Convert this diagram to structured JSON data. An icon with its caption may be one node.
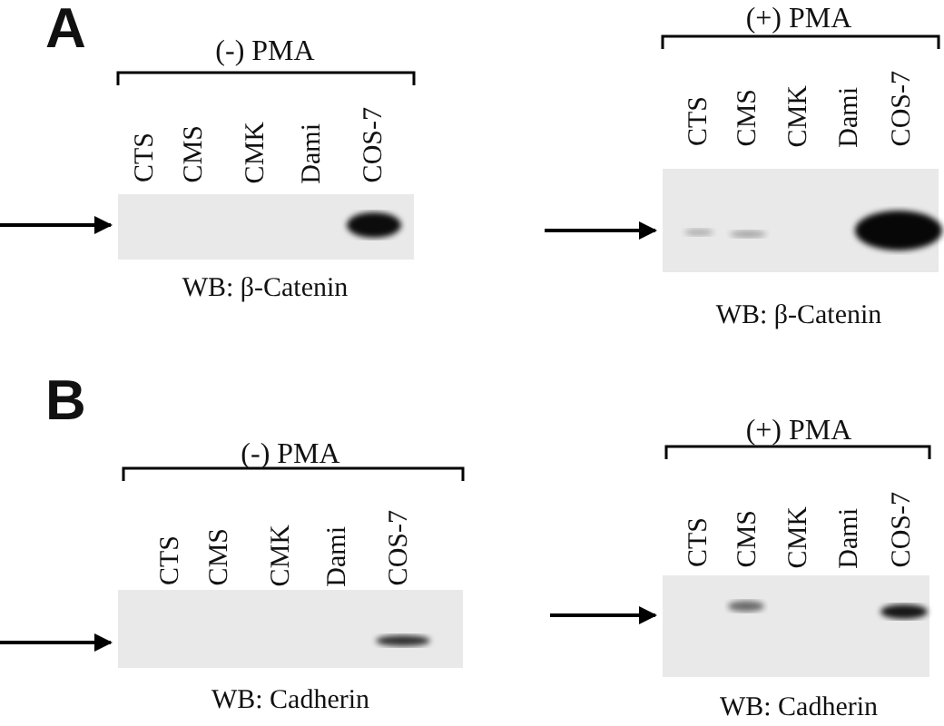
{
  "diagram": {
    "nodes": [
      {
        "text": [],
        "shape": "picture",
        "beside": [
          "CTS",
          "CMS",
          "CMK",
          "Dami",
          "COS-7",
          "WB: β-Catenin"
        ]
      },
      {
        "text": [],
        "shape": "picture",
        "beside": [
          "CTS",
          "CMS",
          "CMK",
          "Dami",
          "COS-7",
          "WB: β-Catenin"
        ]
      },
      {
        "text": [],
        "shape": "picture",
        "beside": [
          "CTS",
          "CMS",
          "CMK",
          "Dami",
          "COS-7",
          "WB: Cadherin"
        ]
      },
      {
        "text": [],
        "shape": "picture",
        "beside": [
          "CTS",
          "CMS",
          "CMK",
          "Dami",
          "COS-7",
          "WB: Cadherin"
        ]
      }
    ],
    "edges": [
      {
        "from": null,
        "to": 0,
        "arrow": "to"
      },
      {
        "from": null,
        "to": 1,
        "arrow": "to"
      },
      {
        "from": null,
        "to": 2,
        "arrow": "to"
      },
      {
        "from": null,
        "to": 3,
        "arrow": "to"
      }
    ],
    "labels": [
      "A",
      "(-) PMA",
      "(+) PMA",
      "B",
      "(-) PMA",
      "(+) PMA"
    ]
  }
}
